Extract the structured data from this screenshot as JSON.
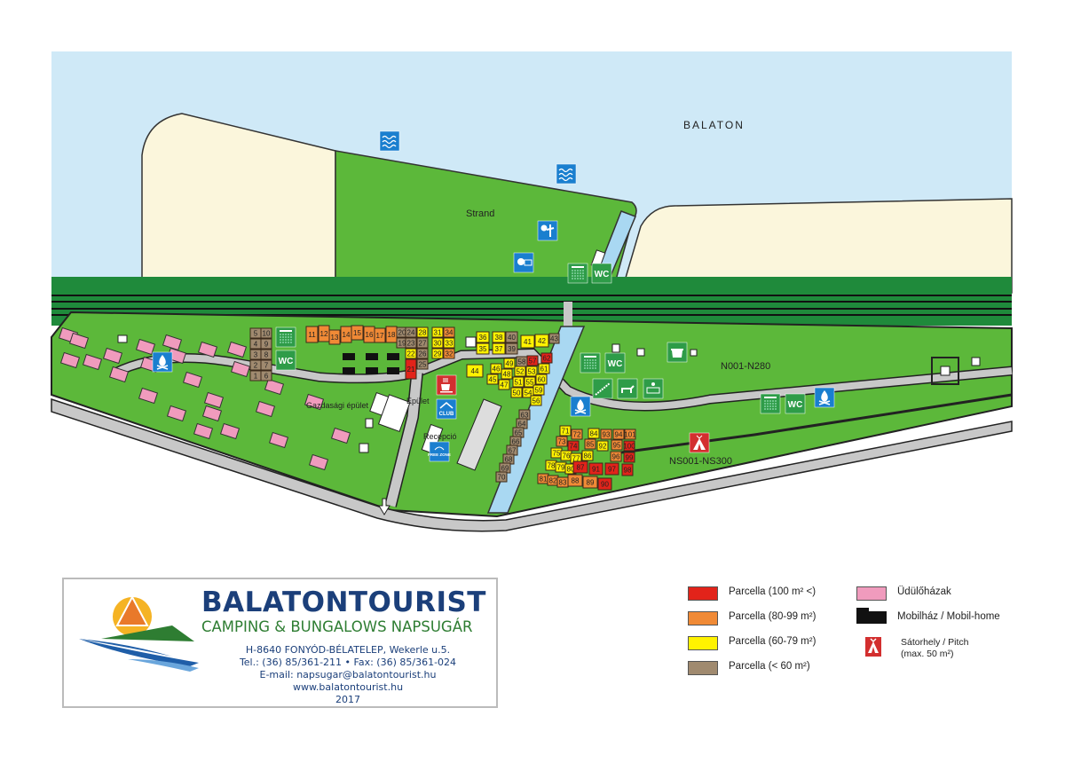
{
  "map": {
    "lake_label": "BALATON",
    "beach_label": "Strand",
    "building_label": "Gazdasági épület",
    "building_label_2": "Épület",
    "reception_label": "Recepció",
    "zone_north": "N001-N280",
    "zone_south": "NS001-NS300",
    "icon_texts": {
      "wc": "WC",
      "club": "CLUB",
      "wifi": "FREE ZONE"
    },
    "colors": {
      "lake": "#cfe9f7",
      "sand": "#fbf6dc",
      "grass": "#5cb83a",
      "rail": "#1f8a3b",
      "road": "#c8c8c8",
      "canal": "#a9d8f2"
    },
    "category_colors": {
      "red": "#e2231a",
      "orange": "#f08a36",
      "yellow": "#fff200",
      "brown": "#a08a6f",
      "pink": "#f09bbd"
    },
    "pitches": [
      {
        "n": "1",
        "c": "brown"
      },
      {
        "n": "2",
        "c": "brown"
      },
      {
        "n": "3",
        "c": "brown"
      },
      {
        "n": "4",
        "c": "brown"
      },
      {
        "n": "5",
        "c": "brown"
      },
      {
        "n": "6",
        "c": "brown"
      },
      {
        "n": "7",
        "c": "brown"
      },
      {
        "n": "8",
        "c": "brown"
      },
      {
        "n": "9",
        "c": "brown"
      },
      {
        "n": "10",
        "c": "brown"
      },
      {
        "n": "11",
        "c": "orange"
      },
      {
        "n": "12",
        "c": "orange"
      },
      {
        "n": "13",
        "c": "orange"
      },
      {
        "n": "14",
        "c": "orange"
      },
      {
        "n": "15",
        "c": "orange"
      },
      {
        "n": "16",
        "c": "orange"
      },
      {
        "n": "17",
        "c": "orange"
      },
      {
        "n": "18",
        "c": "orange"
      },
      {
        "n": "19",
        "c": "brown"
      },
      {
        "n": "20",
        "c": "brown"
      },
      {
        "n": "21",
        "c": "red"
      },
      {
        "n": "22",
        "c": "yellow"
      },
      {
        "n": "23",
        "c": "brown"
      },
      {
        "n": "24",
        "c": "brown"
      },
      {
        "n": "25",
        "c": "brown"
      },
      {
        "n": "26",
        "c": "brown"
      },
      {
        "n": "27",
        "c": "brown"
      },
      {
        "n": "28",
        "c": "yellow"
      },
      {
        "n": "29",
        "c": "yellow"
      },
      {
        "n": "30",
        "c": "yellow"
      },
      {
        "n": "31",
        "c": "yellow"
      },
      {
        "n": "32",
        "c": "orange"
      },
      {
        "n": "33",
        "c": "yellow"
      },
      {
        "n": "34",
        "c": "orange"
      },
      {
        "n": "35",
        "c": "yellow"
      },
      {
        "n": "36",
        "c": "yellow"
      },
      {
        "n": "37",
        "c": "yellow"
      },
      {
        "n": "38",
        "c": "yellow"
      },
      {
        "n": "39",
        "c": "brown"
      },
      {
        "n": "40",
        "c": "brown"
      },
      {
        "n": "41",
        "c": "yellow"
      },
      {
        "n": "42",
        "c": "yellow"
      },
      {
        "n": "43",
        "c": "brown"
      },
      {
        "n": "44",
        "c": "yellow"
      },
      {
        "n": "45",
        "c": "yellow"
      },
      {
        "n": "46",
        "c": "yellow"
      },
      {
        "n": "47",
        "c": "yellow"
      },
      {
        "n": "48",
        "c": "yellow"
      },
      {
        "n": "49",
        "c": "yellow"
      },
      {
        "n": "50",
        "c": "yellow"
      },
      {
        "n": "51",
        "c": "yellow"
      },
      {
        "n": "52",
        "c": "yellow"
      },
      {
        "n": "53",
        "c": "yellow"
      },
      {
        "n": "54",
        "c": "yellow"
      },
      {
        "n": "55",
        "c": "yellow"
      },
      {
        "n": "56",
        "c": "yellow"
      },
      {
        "n": "57",
        "c": "red"
      },
      {
        "n": "58",
        "c": "brown"
      },
      {
        "n": "59",
        "c": "yellow"
      },
      {
        "n": "60",
        "c": "yellow"
      },
      {
        "n": "61",
        "c": "yellow"
      },
      {
        "n": "62",
        "c": "red"
      },
      {
        "n": "63",
        "c": "brown"
      },
      {
        "n": "64",
        "c": "brown"
      },
      {
        "n": "65",
        "c": "brown"
      },
      {
        "n": "66",
        "c": "brown"
      },
      {
        "n": "67",
        "c": "brown"
      },
      {
        "n": "68",
        "c": "brown"
      },
      {
        "n": "69",
        "c": "brown"
      },
      {
        "n": "70",
        "c": "brown"
      },
      {
        "n": "71",
        "c": "yellow"
      },
      {
        "n": "72",
        "c": "orange"
      },
      {
        "n": "73",
        "c": "orange"
      },
      {
        "n": "74",
        "c": "red"
      },
      {
        "n": "75",
        "c": "yellow"
      },
      {
        "n": "76",
        "c": "yellow"
      },
      {
        "n": "77",
        "c": "yellow"
      },
      {
        "n": "78",
        "c": "yellow"
      },
      {
        "n": "79",
        "c": "yellow"
      },
      {
        "n": "80",
        "c": "yellow"
      },
      {
        "n": "81",
        "c": "orange"
      },
      {
        "n": "82",
        "c": "orange"
      },
      {
        "n": "83",
        "c": "orange"
      },
      {
        "n": "84",
        "c": "yellow"
      },
      {
        "n": "85",
        "c": "orange"
      },
      {
        "n": "86",
        "c": "yellow"
      },
      {
        "n": "87",
        "c": "red"
      },
      {
        "n": "88",
        "c": "orange"
      },
      {
        "n": "89",
        "c": "orange"
      },
      {
        "n": "90",
        "c": "red"
      },
      {
        "n": "91",
        "c": "red"
      },
      {
        "n": "92",
        "c": "yellow"
      },
      {
        "n": "93",
        "c": "orange"
      },
      {
        "n": "94",
        "c": "orange"
      },
      {
        "n": "95",
        "c": "orange"
      },
      {
        "n": "96",
        "c": "orange"
      },
      {
        "n": "97",
        "c": "red"
      },
      {
        "n": "98",
        "c": "red"
      },
      {
        "n": "99",
        "c": "red"
      },
      {
        "n": "100",
        "c": "red"
      },
      {
        "n": "101",
        "c": "orange"
      }
    ]
  },
  "logo": {
    "brand": "BALATONTOURIST",
    "subtitle": "CAMPING & BUNGALOWS NAPSUGÁR",
    "address": "H-8640 FONYÓD-BÉLATELEP, Wekerle u.5.",
    "phone": "Tel.: (36) 85/361-211 • Fax: (36) 85/361-024",
    "email": "E-mail: napsugar@balatontourist.hu",
    "web": "www.balatontourist.hu",
    "year": "2017"
  },
  "legend": {
    "items": [
      {
        "label": "Parcella (100 m² <)",
        "color": "#e2231a"
      },
      {
        "label": "Parcella (80-99 m²)",
        "color": "#f08a36"
      },
      {
        "label": "Parcella (60-79 m²)",
        "color": "#fff200"
      },
      {
        "label": "Parcella (< 60 m²)",
        "color": "#a08a6f"
      },
      {
        "label": "Üdülőházak",
        "color": "#f09bbd"
      },
      {
        "label": "Mobilház / Mobil-home",
        "color": "#111111"
      },
      {
        "label": "Sátorhely / Pitch",
        "note": "(max. 50 m²)",
        "color": "#d32f2f"
      }
    ]
  }
}
